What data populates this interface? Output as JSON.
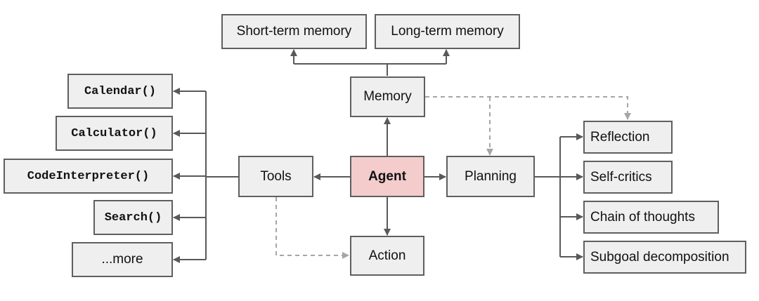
{
  "nodes": {
    "short_term_memory": "Short-term memory",
    "long_term_memory": "Long-term memory",
    "memory": "Memory",
    "agent": "Agent",
    "tools": "Tools",
    "planning": "Planning",
    "action": "Action",
    "tool_calendar": "Calendar()",
    "tool_calculator": "Calculator()",
    "tool_code_interpreter": "CodeInterpreter()",
    "tool_search": "Search()",
    "tool_more": "...more",
    "reflection": "Reflection",
    "self_critics": "Self-critics",
    "chain_of_thoughts": "Chain of thoughts",
    "subgoal_decomposition": "Subgoal decomposition"
  },
  "colors": {
    "agent_fill": "#f4cccc",
    "box_fill": "#efefef",
    "box_border": "#5f5f5f",
    "edge_solid": "#595959",
    "edge_dashed": "#a6a6a6"
  }
}
